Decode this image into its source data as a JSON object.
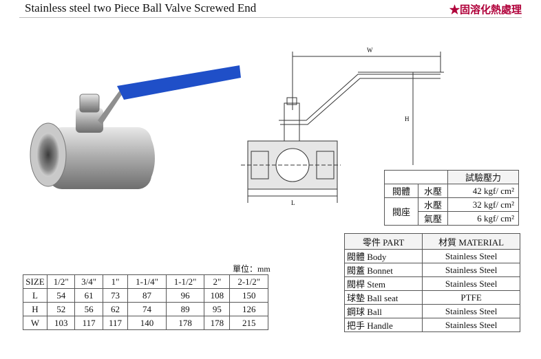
{
  "header": {
    "title": "Stainless steel two Piece Ball Valve Screwed End",
    "badge": "★固溶化熱處理"
  },
  "drawing_labels": {
    "w": "W",
    "h": "H",
    "l": "L"
  },
  "test_pressure": {
    "header": "試驗壓力",
    "rows": [
      {
        "part": "閥體",
        "medium": "水壓",
        "value": "42 kgf/ cm²"
      },
      {
        "part": "閥座",
        "medium": "水壓",
        "value": "32 kgf/ cm²"
      },
      {
        "part": "",
        "medium": "氣壓",
        "value": "6 kgf/ cm²"
      }
    ]
  },
  "parts_table": {
    "headers": [
      "零件 PART",
      "材質 MATERIAL"
    ],
    "rows": [
      {
        "part": "閥體  Body",
        "material": "Stainless Steel"
      },
      {
        "part": "閥蓋  Bonnet",
        "material": "Stainless Steel"
      },
      {
        "part": "閥桿  Stem",
        "material": "Stainless Steel"
      },
      {
        "part": "球墊  Ball seat",
        "material": "PTFE"
      },
      {
        "part": "鋼球  Ball",
        "material": "Stainless Steel"
      },
      {
        "part": "把手  Handle",
        "material": "Stainless Steel"
      }
    ]
  },
  "unit_label": "單位：mm",
  "size_table": {
    "header_row": [
      "SIZE",
      "1/2\"",
      "3/4\"",
      "1\"",
      "1-1/4\"",
      "1-1/2\"",
      "2\"",
      "2-1/2\""
    ],
    "rows": [
      [
        "L",
        "54",
        "61",
        "73",
        "87",
        "96",
        "108",
        "150"
      ],
      [
        "H",
        "52",
        "56",
        "62",
        "74",
        "89",
        "95",
        "126"
      ],
      [
        "W",
        "103",
        "117",
        "117",
        "140",
        "178",
        "178",
        "215"
      ]
    ]
  },
  "colors": {
    "handle_blue": "#1f4fc8",
    "badge": "#b0003a",
    "steel": "#b9b9b9"
  }
}
